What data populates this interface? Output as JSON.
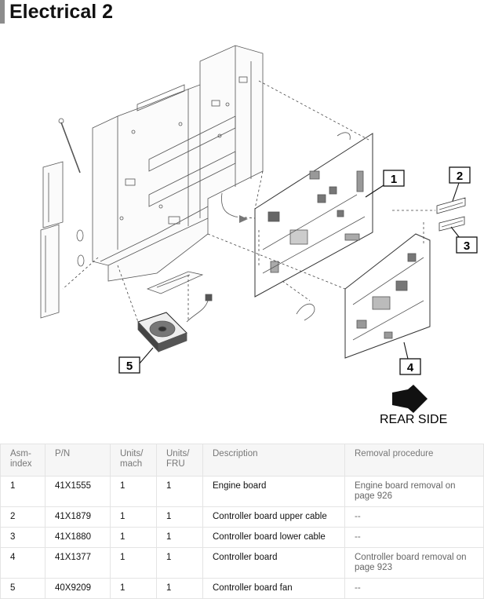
{
  "page": {
    "title": "Electrical 2"
  },
  "figure": {
    "callouts": [
      "1",
      "2",
      "3",
      "4",
      "5"
    ],
    "rear_label": "REAR SIDE"
  },
  "table": {
    "headers": [
      "Asm-\nindex",
      "P/N",
      "Units/\nmach",
      "Units/\nFRU",
      "Description",
      "Removal procedure"
    ],
    "rows": [
      {
        "index": "1",
        "pn": "41X1555",
        "units_mach": "1",
        "units_fru": "1",
        "description": "Engine board",
        "removal": "Engine board removal on page 926"
      },
      {
        "index": "2",
        "pn": "41X1879",
        "units_mach": "1",
        "units_fru": "1",
        "description": "Controller board upper cable",
        "removal": "--"
      },
      {
        "index": "3",
        "pn": "41X1880",
        "units_mach": "1",
        "units_fru": "1",
        "description": "Controller board lower cable",
        "removal": "--"
      },
      {
        "index": "4",
        "pn": "41X1377",
        "units_mach": "1",
        "units_fru": "1",
        "description": "Controller board",
        "removal": "Controller board removal on page 923"
      },
      {
        "index": "5",
        "pn": "40X9209",
        "units_mach": "1",
        "units_fru": "1",
        "description": "Controller board fan",
        "removal": "--"
      }
    ]
  }
}
